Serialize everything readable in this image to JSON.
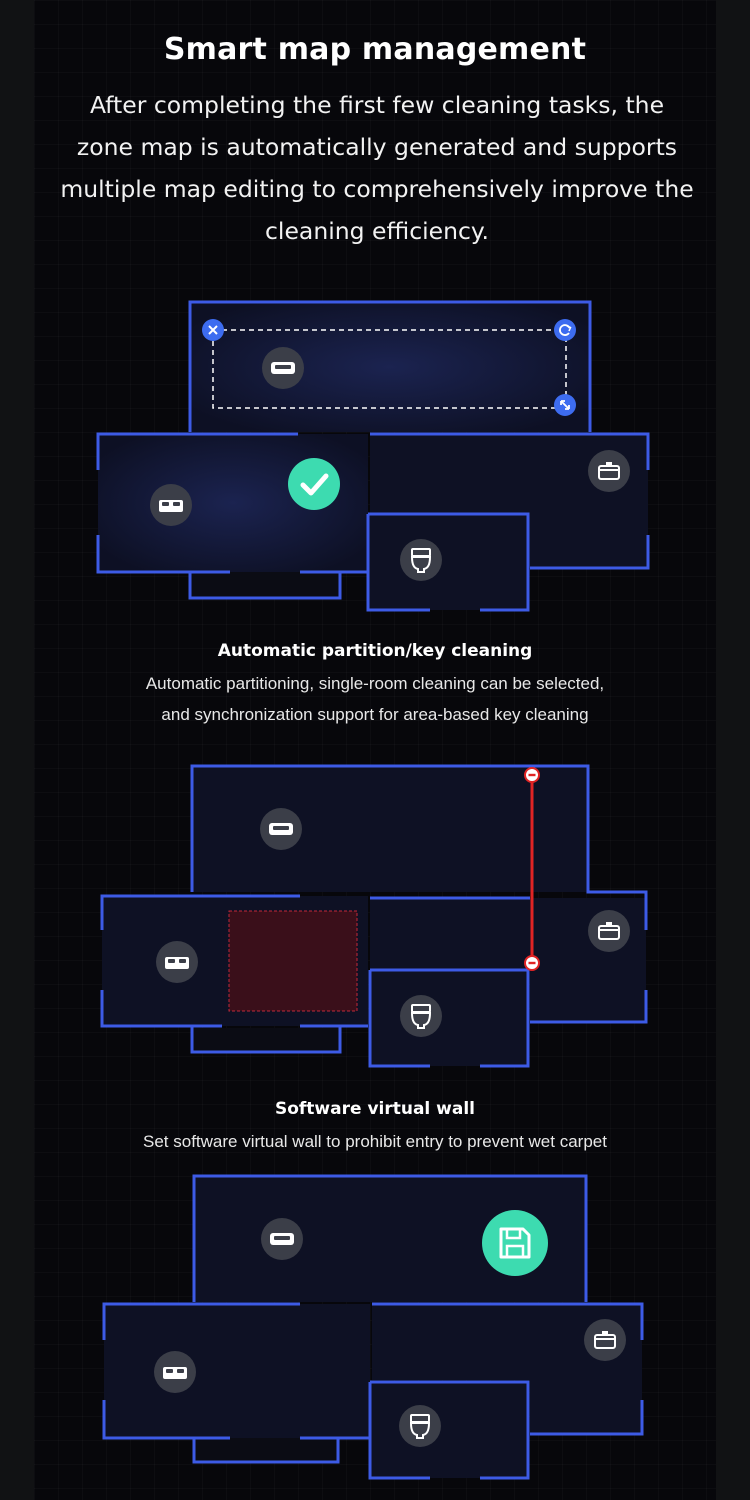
{
  "header": {
    "title": "Smart map management",
    "intro": "After completing the first few cleaning tasks, the zone map is automatically generated and supports multiple map editing to comprehensively improve the cleaning efficiency."
  },
  "sections": [
    {
      "title": "Automatic partition/key cleaning",
      "description_line1": "Automatic partitioning, single-room cleaning can be selected,",
      "description_line2": "and synchronization support for area-based key cleaning"
    },
    {
      "title": "Software virtual wall",
      "description": "Set software virtual wall to prohibit entry to prevent wet carpet"
    }
  ],
  "icons": {
    "sofa": "sofa-icon",
    "bed": "bed-icon",
    "kitchen": "pot-icon",
    "toilet": "toilet-icon",
    "check": "check-icon",
    "save": "save-icon",
    "delete_zone": "close-icon",
    "rotate_zone": "rotate-icon",
    "resize_zone": "resize-icon"
  },
  "colors": {
    "wall": "#3d5be6",
    "room_fill": "#0e1124",
    "accent_green": "#3ddbb0",
    "virtual_wall": "#e02424",
    "no_go_zone": "#3a0f1a"
  }
}
